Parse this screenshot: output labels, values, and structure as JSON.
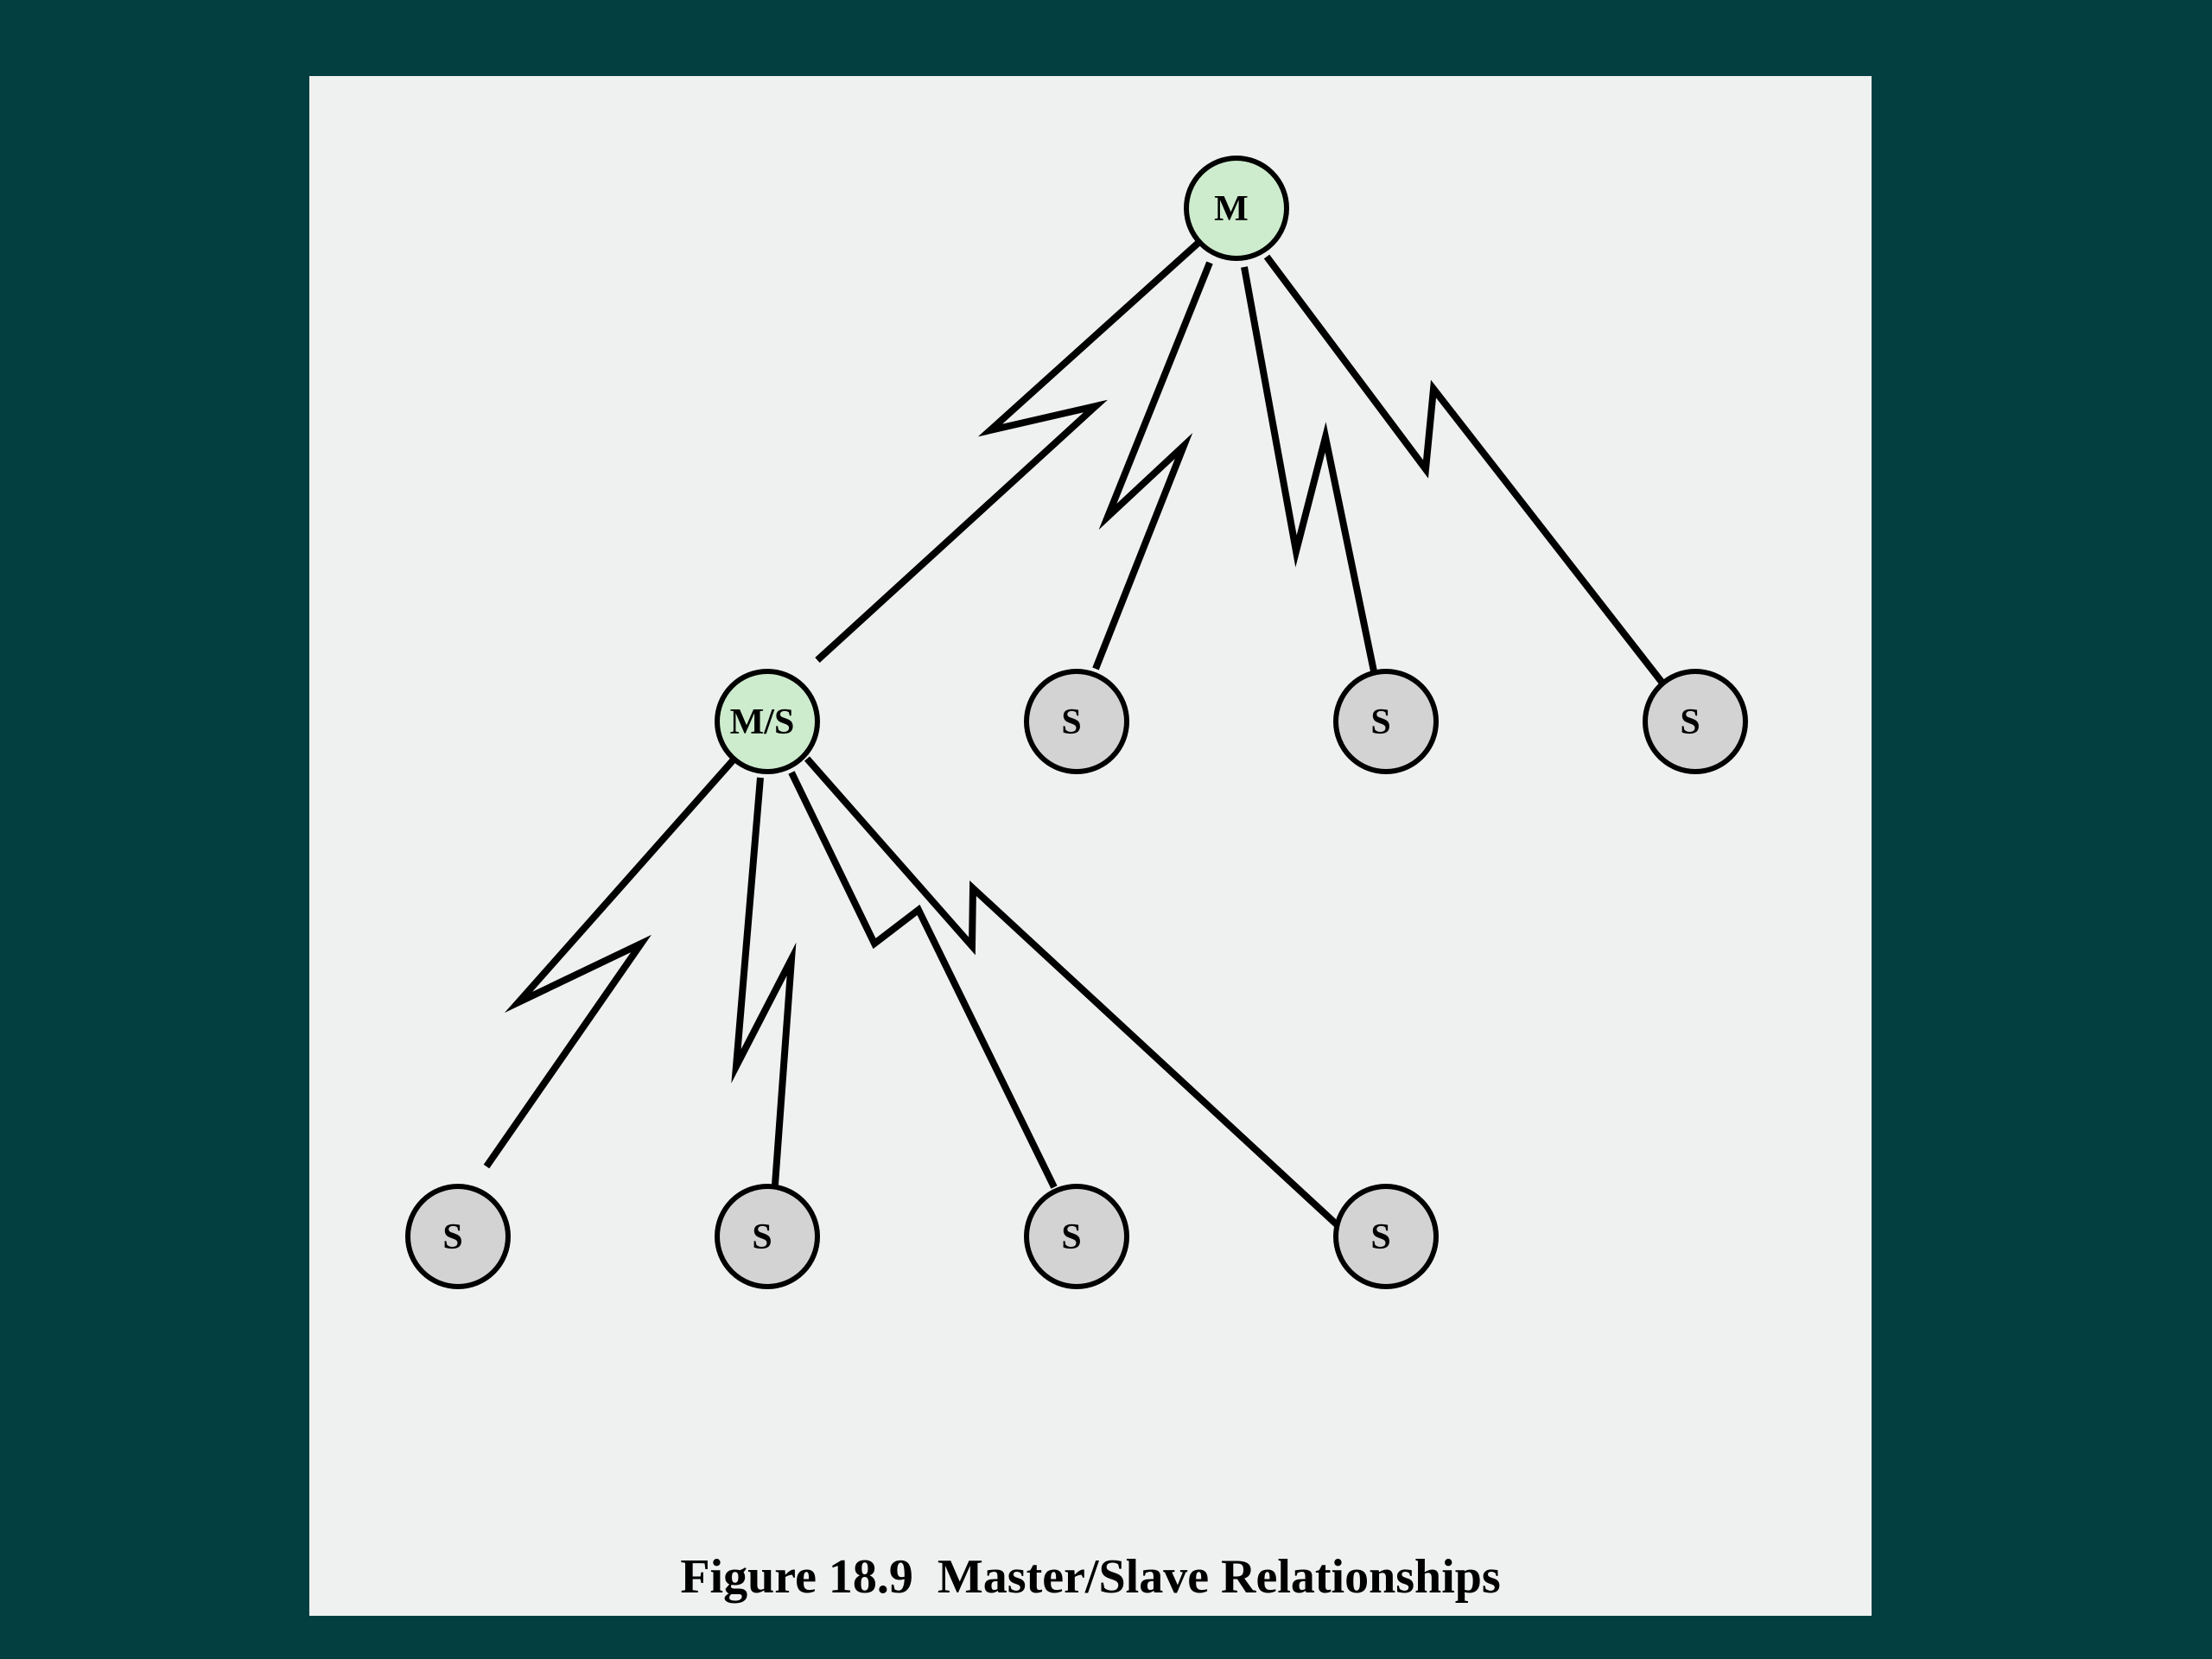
{
  "colors": {
    "background": "#033f40",
    "panel": "#eff1f0",
    "master_fill": "#cdeccd",
    "slave_fill": "#d3d3d3",
    "line": "#000000"
  },
  "caption": "Figure 18.9  Master/Slave Relationships",
  "nodes": [
    {
      "id": "m",
      "label": "M",
      "role": "master"
    },
    {
      "id": "ms",
      "label": "M/S",
      "role": "master"
    },
    {
      "id": "s-r1",
      "label": "S",
      "role": "slave"
    },
    {
      "id": "s-r2",
      "label": "S",
      "role": "slave"
    },
    {
      "id": "s-r3",
      "label": "S",
      "role": "slave"
    },
    {
      "id": "s-b1",
      "label": "S",
      "role": "slave"
    },
    {
      "id": "s-b2",
      "label": "S",
      "role": "slave"
    },
    {
      "id": "s-b3",
      "label": "S",
      "role": "slave"
    },
    {
      "id": "s-b4",
      "label": "S",
      "role": "slave"
    }
  ],
  "edges": [
    {
      "from": "m",
      "to": "ms"
    },
    {
      "from": "m",
      "to": "s-r1"
    },
    {
      "from": "m",
      "to": "s-r2"
    },
    {
      "from": "m",
      "to": "s-r3"
    },
    {
      "from": "ms",
      "to": "s-b1"
    },
    {
      "from": "ms",
      "to": "s-b2"
    },
    {
      "from": "ms",
      "to": "s-b3"
    },
    {
      "from": "ms",
      "to": "s-b4"
    }
  ]
}
